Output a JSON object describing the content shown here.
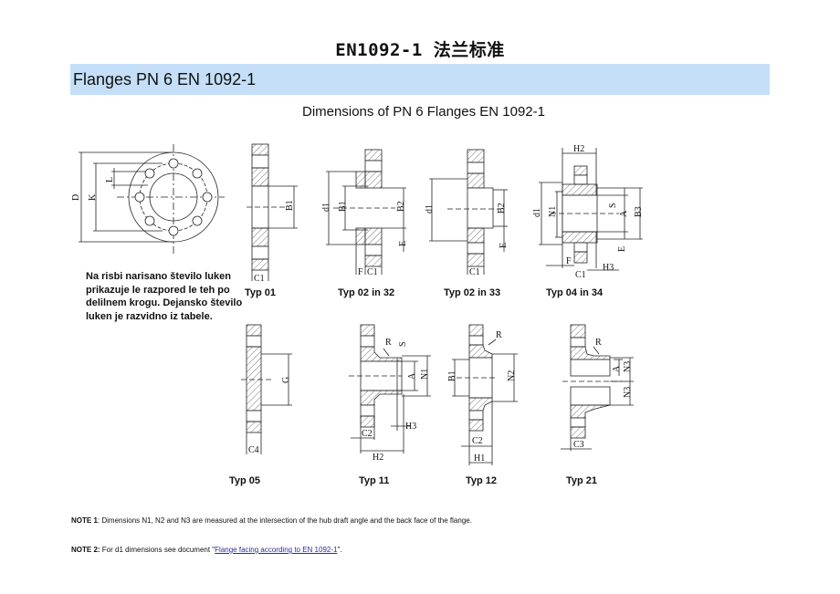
{
  "document": {
    "title": "EN1092-1 法兰标准",
    "section_heading": "Flanges PN 6 EN 1092-1",
    "subtitle": "Dimensions of PN 6 Flanges EN 1092-1",
    "colors": {
      "section_band": "#c5dff8",
      "link": "#2a2aa0",
      "hatch": "#555555"
    }
  },
  "bolt_circle_drawing": {
    "labels": [
      "D",
      "K",
      "L"
    ],
    "note": "Na risbi narisano število luken prikazuje le razpored le teh po delilnem krogu. Dejansko število luken je razvidno iz tabele."
  },
  "flange_types": [
    {
      "id": "typ-01",
      "caption": "Typ 01",
      "dimension_labels": [
        "B1",
        "C1"
      ]
    },
    {
      "id": "typ-02-32",
      "caption": "Typ 02 in 32",
      "dimension_labels": [
        "d1",
        "B1",
        "B2",
        "E",
        "F",
        "C1"
      ]
    },
    {
      "id": "typ-02-33",
      "caption": "Typ 02 in 33",
      "dimension_labels": [
        "d1",
        "B2",
        "E",
        "C1"
      ]
    },
    {
      "id": "typ-04-34",
      "caption": "Typ 04 in 34",
      "dimension_labels": [
        "H2",
        "d1",
        "N1",
        "S",
        "A",
        "B3",
        "E",
        "F",
        "H3",
        "C1"
      ]
    },
    {
      "id": "typ-05",
      "caption": "Typ 05",
      "dimension_labels": [
        "G",
        "C4"
      ]
    },
    {
      "id": "typ-11",
      "caption": "Typ 11",
      "dimension_labels": [
        "R",
        "S",
        "A",
        "N1",
        "H3",
        "C2",
        "H2"
      ]
    },
    {
      "id": "typ-12",
      "caption": "Typ 12",
      "dimension_labels": [
        "R",
        "B1",
        "N2",
        "C2",
        "H1"
      ]
    },
    {
      "id": "typ-21",
      "caption": "Typ 21",
      "dimension_labels": [
        "R",
        "A",
        "N3",
        "N3",
        "C3"
      ]
    }
  ],
  "notes": [
    {
      "label": "NOTE 1",
      "separator": ": ",
      "text": "Dimensions N1, N2 and N3 are measured at the intersection of the hub draft angle and the back face of the flange."
    },
    {
      "label": "NOTE 2:",
      "separator": " ",
      "text_before": "For d1 dimensions see document \"",
      "link_text": "Flange facing according to EN 1092-1",
      "text_after": "\"."
    }
  ]
}
